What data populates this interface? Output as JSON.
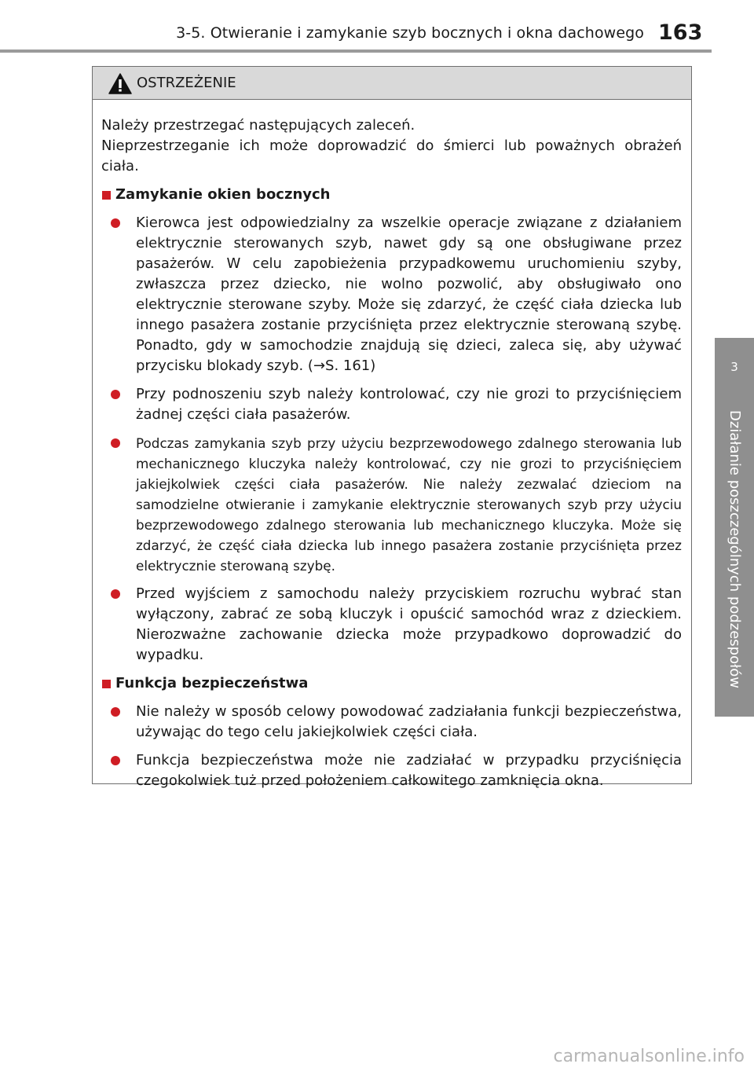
{
  "header": {
    "title": "3-5. Otwieranie i zamykanie szyb bocznych i okna dachowego",
    "page_number": "163"
  },
  "side_tab": {
    "chapter_number": "3",
    "chapter_title": "Działanie poszczególnych podzespołów"
  },
  "warning": {
    "title": "OSTRZEŻENIE",
    "intro": "Należy przestrzegać następujących zaleceń.\nNieprzestrzeganie ich może doprowadzić do śmierci lub poważnych obrażeń ciała.",
    "sections": [
      {
        "heading": "Zamykanie okien bocznych",
        "bullets": [
          "Kierowca jest odpowiedzialny za wszelkie operacje związane z działaniem elektrycznie sterowanych szyb, nawet gdy są one obsługiwane przez pasażerów. W celu zapobieżenia przypadkowemu uruchomieniu szyby, zwłaszcza przez dziecko, nie wolno pozwolić, aby obsługiwało ono elektrycznie sterowane szyby. Może się zdarzyć, że część ciała dziecka lub innego pasażera zostanie przyciśnięta przez elektrycznie sterowaną szybę. Ponadto, gdy w samochodzie znajdują się dzieci, zaleca się, aby używać przycisku blokady szyb. (→S. 161)",
          "Przy podnoszeniu szyb należy kontrolować, czy nie grozi to przyciśnięciem żadnej części ciała pasażerów.",
          "Podczas zamykania szyb przy użyciu bezprzewodowego zdalnego sterowania lub mechanicznego kluczyka należy kontrolować, czy nie grozi to przyciśnięciem jakiejkolwiek części ciała pasażerów. Nie należy zezwalać dzieciom na samodzielne otwieranie i zamykanie elektrycznie sterowanych szyb przy użyciu bezprzewodowego zdalnego sterowania lub mechanicznego kluczyka. Może się zdarzyć, że część ciała dziecka lub innego pasażera zostanie przyciśnięta przez elektrycznie sterowaną szybę.",
          "Przed wyjściem z samochodu należy przyciskiem rozruchu wybrać stan wyłączony, zabrać ze sobą kluczyk i opuścić samochód wraz z dzieckiem. Nierozważne zachowanie dziecka może przypadkowo doprowadzić do wypadku."
        ]
      },
      {
        "heading": "Funkcja bezpieczeństwa",
        "bullets": [
          "Nie należy w sposób celowy powodować zadziałania funkcji bezpieczeństwa, używając do tego celu jakiejkolwiek części ciała.",
          "Funkcja bezpieczeństwa może nie zadziałać w przypadku przyciśnięcia czegokolwiek tuż przed położeniem całkowitego zamknięcia okna."
        ]
      }
    ]
  },
  "watermark": "carmanualsonline.info",
  "colors": {
    "accent_red": "#cf1d24",
    "tab_gray": "#8f8f8f",
    "header_fill": "#d9d9d9"
  }
}
